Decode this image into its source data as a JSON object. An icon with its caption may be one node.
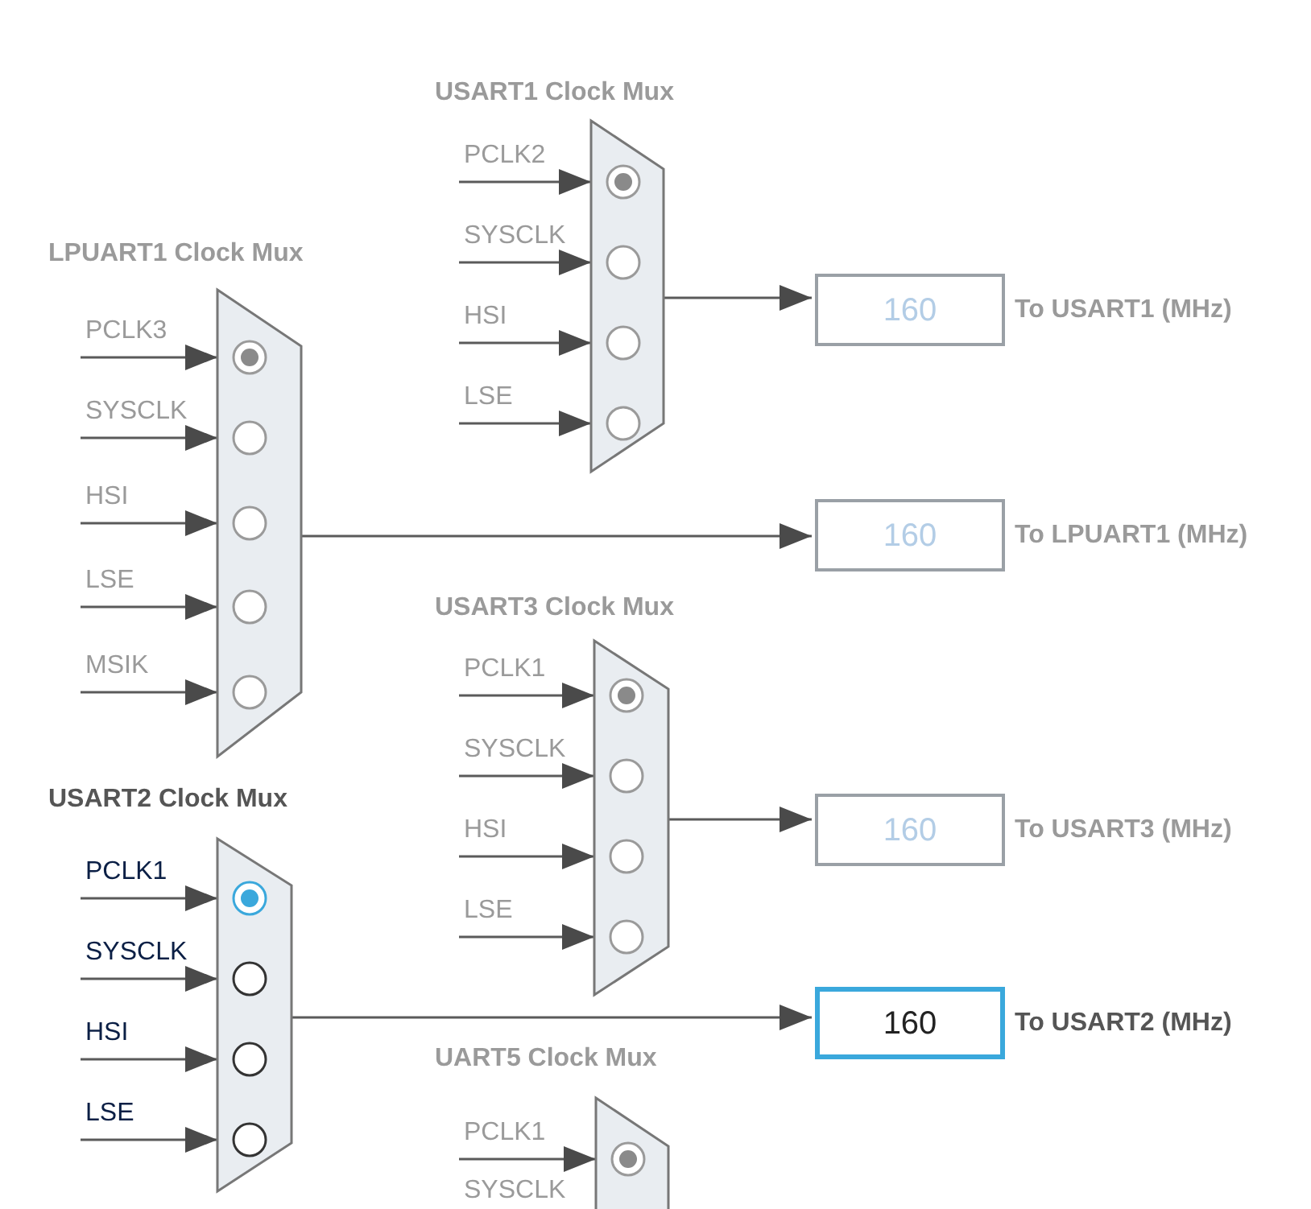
{
  "diagram": {
    "nodes": [
      {
        "text": [
          "USART1 Clock Mux"
        ]
      },
      {
        "text": [
          "PCLK2"
        ]
      },
      {
        "text": [
          "SYSCLK"
        ]
      },
      {
        "text": [
          "HSI"
        ]
      },
      {
        "text": [
          "LSE"
        ]
      },
      {
        "text": [
          "160"
        ],
        "beside": [
          "To USART1 (MHz)"
        ]
      },
      {
        "text": [
          "LPUART1 Clock Mux"
        ]
      },
      {
        "text": [
          "PCLK3"
        ]
      },
      {
        "text": [
          "SYSCLK"
        ]
      },
      {
        "text": [
          "HSI"
        ]
      },
      {
        "text": [
          "LSE"
        ]
      },
      {
        "text": [
          "MSIK"
        ]
      },
      {
        "text": [
          "160"
        ],
        "beside": [
          "To LPUART1 (MHz)"
        ]
      },
      {
        "text": [
          "USART3 Clock Mux"
        ]
      },
      {
        "text": [
          "PCLK1"
        ]
      },
      {
        "text": [
          "SYSCLK"
        ]
      },
      {
        "text": [
          "HSI"
        ]
      },
      {
        "text": [
          "LSE"
        ]
      },
      {
        "text": [
          "160"
        ],
        "beside": [
          "To USART3 (MHz)"
        ]
      },
      {
        "text": [
          "USART2 Clock Mux"
        ]
      },
      {
        "text": [
          "PCLK1"
        ]
      },
      {
        "text": [
          "SYSCLK"
        ]
      },
      {
        "text": [
          "HSI"
        ]
      },
      {
        "text": [
          "LSE"
        ]
      },
      {
        "text": [
          "160"
        ],
        "beside": [
          "To USART2 (MHz)"
        ]
      },
      {
        "text": [
          "UART5 Clock Mux"
        ]
      },
      {
        "text": [
          "PCLK1"
        ]
      }
    ],
    "edges": [
      {
        "from": 1,
        "to": 0,
        "arrow": "to"
      },
      {
        "from": 2,
        "to": 0,
        "arrow": "to"
      },
      {
        "from": 3,
        "to": 0,
        "arrow": "to"
      },
      {
        "from": 4,
        "to": 0,
        "arrow": "to"
      },
      {
        "from": 0,
        "to": 5,
        "arrow": "to"
      },
      {
        "from": 7,
        "to": 6,
        "arrow": "to"
      },
      {
        "from": 8,
        "to": 6,
        "arrow": "to"
      },
      {
        "from": 9,
        "to": 6,
        "arrow": "to"
      },
      {
        "from": 10,
        "to": 6,
        "arrow": "to"
      },
      {
        "from": 11,
        "to": 6,
        "arrow": "to"
      },
      {
        "from": 6,
        "to": 12,
        "arrow": "to"
      },
      {
        "from": 14,
        "to": 13,
        "arrow": "to"
      },
      {
        "from": 15,
        "to": 13,
        "arrow": "to"
      },
      {
        "from": 16,
        "to": 13,
        "arrow": "to"
      },
      {
        "from": 17,
        "to": 13,
        "arrow": "to"
      },
      {
        "from": 13,
        "to": 18,
        "arrow": "to"
      },
      {
        "from": 20,
        "to": 19,
        "arrow": "to"
      },
      {
        "from": 21,
        "to": 19,
        "arrow": "to"
      },
      {
        "from": 22,
        "to": 19,
        "arrow": "to"
      },
      {
        "from": 23,
        "to": 19,
        "arrow": "to"
      },
      {
        "from": 19,
        "to": 24,
        "arrow": "to"
      },
      {
        "from": 26,
        "to": 25,
        "arrow": "to"
      }
    ],
    "labels": [
      "SYSCLK"
    ]
  }
}
